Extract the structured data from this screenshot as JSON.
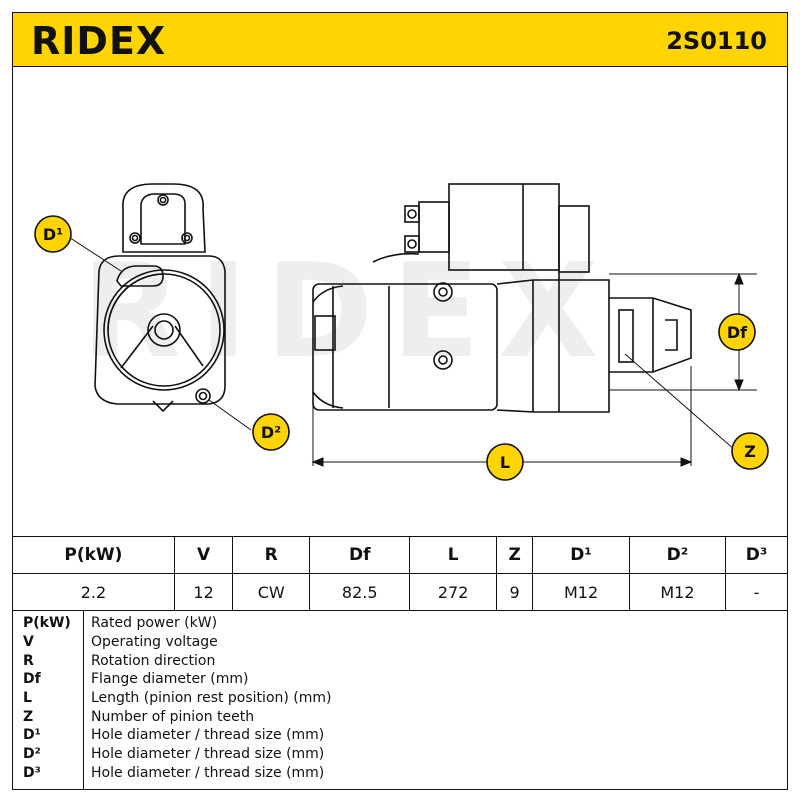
{
  "header": {
    "brand": "RIDEX",
    "part_number": "2S0110"
  },
  "drawing": {
    "watermark": "RIDEX",
    "callouts": {
      "d1": "D¹",
      "d2": "D²",
      "df": "Df",
      "z": "Z",
      "l": "L"
    }
  },
  "specs": {
    "headers": [
      "P(kW)",
      "V",
      "R",
      "Df",
      "L",
      "Z",
      "D¹",
      "D²",
      "D³"
    ],
    "values": [
      "2.2",
      "12",
      "CW",
      "82.5",
      "272",
      "9",
      "M12",
      "M12",
      "-"
    ]
  },
  "legend": [
    {
      "key": "P(kW)",
      "desc": "Rated power (kW)"
    },
    {
      "key": "V",
      "desc": "Operating voltage"
    },
    {
      "key": "R",
      "desc": "Rotation direction"
    },
    {
      "key": "Df",
      "desc": "Flange diameter (mm)"
    },
    {
      "key": "L",
      "desc": "Length (pinion rest position) (mm)"
    },
    {
      "key": "Z",
      "desc": "Number of pinion teeth"
    },
    {
      "key": "D¹",
      "desc": "Hole diameter / thread size (mm)"
    },
    {
      "key": "D²",
      "desc": "Hole diameter / thread size (mm)"
    },
    {
      "key": "D³",
      "desc": "Hole diameter / thread size (mm)"
    }
  ]
}
